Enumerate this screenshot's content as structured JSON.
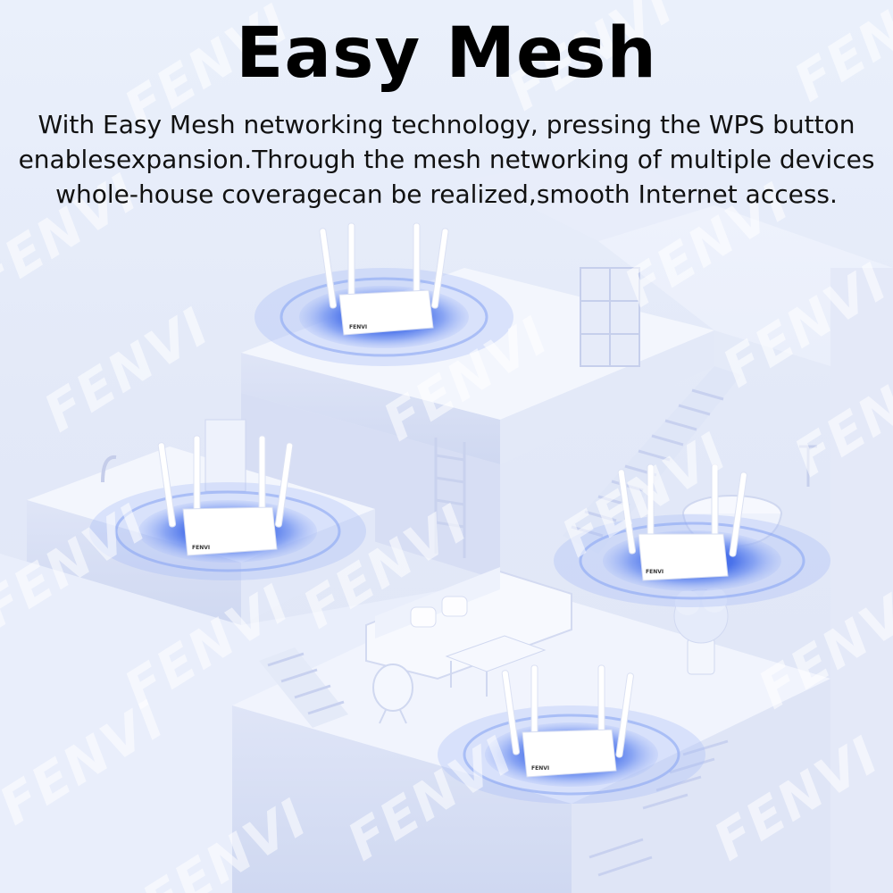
{
  "header": {
    "title": "Easy Mesh",
    "description_lines": [
      "With Easy Mesh networking technology, pressing the WPS button",
      "enablesexpansion.Through the mesh networking of multiple devices",
      "whole-house coveragecan be realized,smooth Internet access."
    ]
  },
  "brand": {
    "watermark": "FENVI",
    "router_label": "FENVI",
    "wifi_mark": "wifi"
  },
  "routers": [
    {
      "name": "router-top"
    },
    {
      "name": "router-left"
    },
    {
      "name": "router-right"
    },
    {
      "name": "router-bottom"
    }
  ],
  "colors": {
    "signal_outer": "#7f9ef0",
    "signal_mid": "#4f78ea",
    "signal_core": "#2d55e0",
    "building": "#f3f5fd",
    "building_shadow": "#c9d2ee",
    "router_body": "#ffffff"
  }
}
